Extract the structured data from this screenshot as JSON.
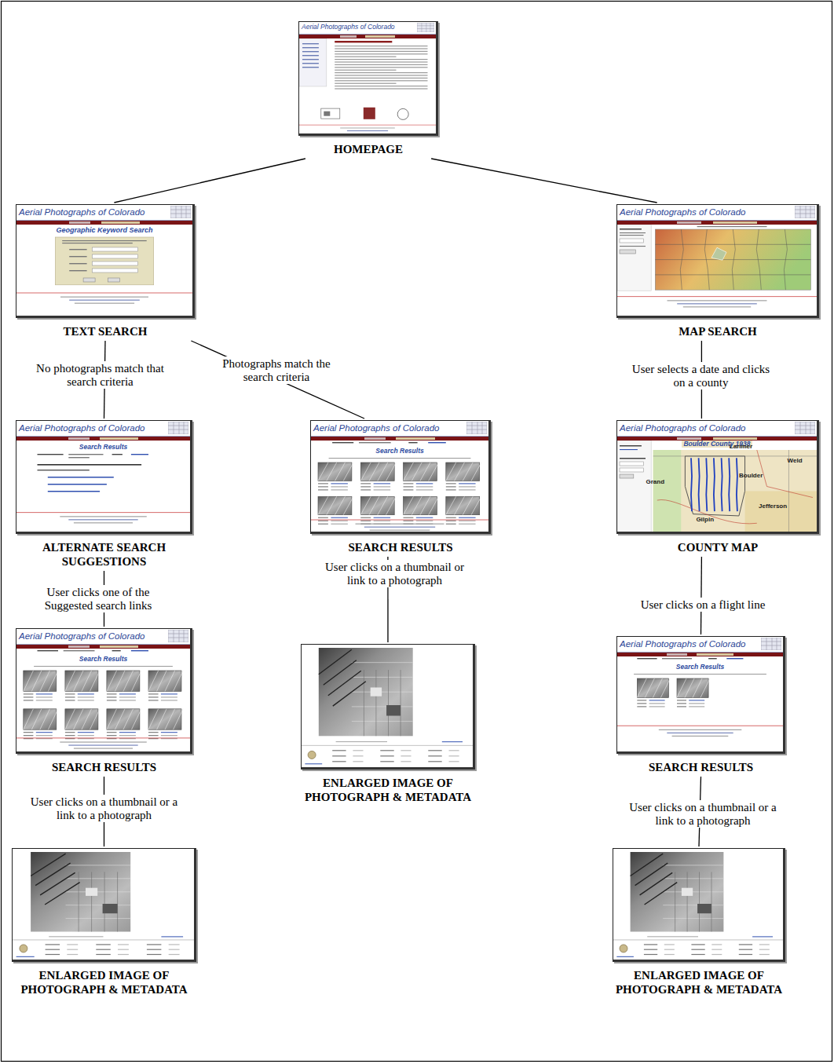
{
  "diagram": {
    "nodes": [
      {
        "text": [
          "Aerial Photographs of Colorado",
          "HOMEPAGE"
        ]
      },
      {
        "text": [
          "Aerial Photographs of Colorado",
          "Geographic Keyword Search",
          "TEXT SEARCH"
        ]
      },
      {
        "text": [
          "Aerial Photographs of Colorado",
          "MAP SEARCH"
        ]
      },
      {
        "text": [
          "Aerial Photographs of Colorado",
          "Search Results",
          "ALTERNATE SEARCH SUGGESTIONS"
        ]
      },
      {
        "text": [
          "Aerial Photographs of Colorado",
          "Search Results",
          "SEARCH RESULTS"
        ]
      },
      {
        "text": [
          "Aerial Photographs of Colorado",
          "Boulder County 1938",
          "COUNTY MAP"
        ]
      },
      {
        "text": [
          "Aerial Photographs of Colorado",
          "Search Results",
          "SEARCH RESULTS"
        ]
      },
      {
        "text": [
          "ENLARGED IMAGE OF PHOTOGRAPH & METADATA"
        ]
      },
      {
        "text": [
          "Aerial Photographs of Colorado",
          "Search Results",
          "SEARCH RESULTS"
        ]
      },
      {
        "text": [
          "ENLARGED IMAGE OF PHOTOGRAPH & METADATA"
        ]
      },
      {
        "text": [
          "ENLARGED IMAGE OF PHOTOGRAPH & METADATA"
        ]
      }
    ],
    "edges": [
      {
        "from": 0,
        "to": 1,
        "arrow": "none"
      },
      {
        "from": 0,
        "to": 2,
        "arrow": "none"
      },
      {
        "from": 1,
        "to": 3,
        "label": "No photographs match that search criteria",
        "arrow": "none"
      },
      {
        "from": 1,
        "to": 4,
        "label": "Photographs match the search criteria",
        "arrow": "none"
      },
      {
        "from": 2,
        "to": 5,
        "label": "User selects a date and clicks on a county",
        "arrow": "none"
      },
      {
        "from": 3,
        "to": 6,
        "label": "User clicks one of the Suggested search links",
        "arrow": "none"
      },
      {
        "from": 4,
        "to": 7,
        "label": "User clicks on a thumbnail or link to a photograph",
        "arrow": "none"
      },
      {
        "from": 5,
        "to": 8,
        "label": "User clicks on a flight line",
        "arrow": "none"
      },
      {
        "from": 6,
        "to": 9,
        "label": "User clicks on a thumbnail or a link to a photograph",
        "arrow": "none"
      },
      {
        "from": 8,
        "to": 10,
        "label": "User clicks on a thumbnail or a link to a photograph",
        "arrow": "none"
      }
    ],
    "labels": [
      "Larimer",
      "Weld",
      "Boulder",
      "Grand",
      "Gilpin",
      "Jefferson"
    ]
  }
}
